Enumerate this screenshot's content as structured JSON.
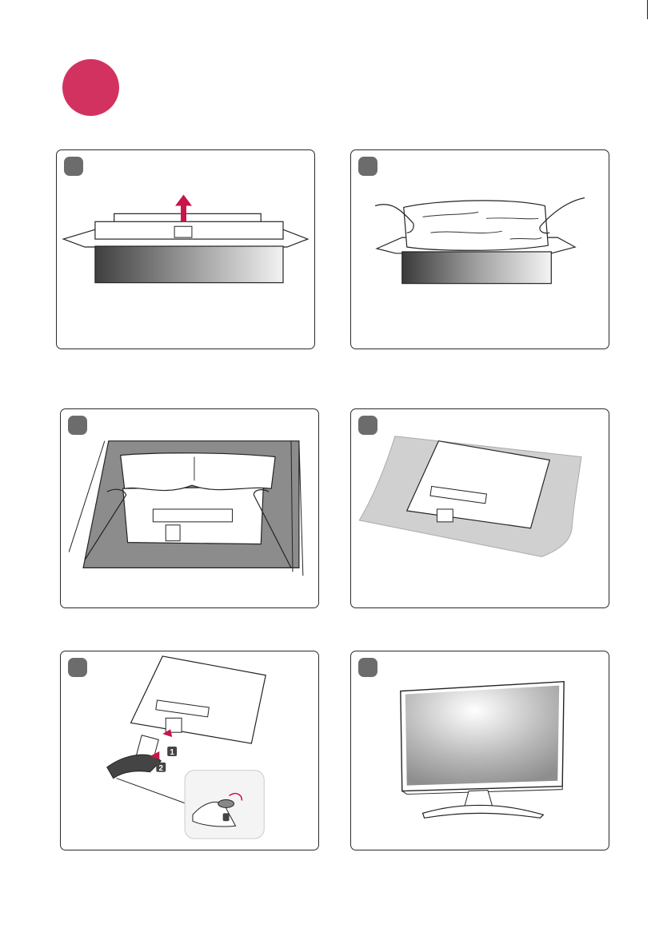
{
  "page": {
    "accent_color": "#d2325f",
    "step_marker_color": "#6c6c6c",
    "arrow_color": "#c8144a"
  },
  "steps": [
    {
      "id": 1,
      "illustration": "open-box-lift-insert"
    },
    {
      "id": 2,
      "illustration": "hands-lift-monitor-from-box"
    },
    {
      "id": 3,
      "illustration": "hands-unwrap-monitor-in-box"
    },
    {
      "id": 4,
      "illustration": "monitor-face-down-on-cushion"
    },
    {
      "id": 5,
      "illustration": "attach-stand-body-and-base",
      "callouts": [
        "1",
        "2"
      ]
    },
    {
      "id": 6,
      "illustration": "assembled-monitor"
    }
  ],
  "icons": {
    "section": "section-badge-circle",
    "step": "step-marker-square",
    "arrow": "lift-arrow-icon"
  }
}
